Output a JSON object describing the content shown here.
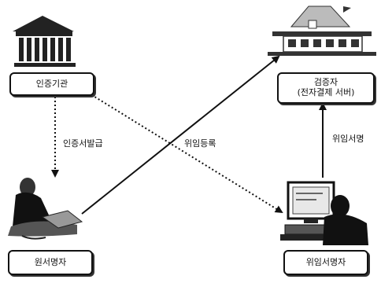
{
  "nodes": {
    "ca": {
      "label": "인증기관"
    },
    "verifier": {
      "label_line1": "검증자",
      "label_line2": "(전자결제 서버)"
    },
    "signer": {
      "label": "원서명자"
    },
    "proxy": {
      "label": "위임서명자"
    }
  },
  "edges": {
    "issue_cert": {
      "label": "인증서발급"
    },
    "register_delegation": {
      "label": "위임등록"
    },
    "proxy_signature": {
      "label": "위임서명"
    }
  },
  "icons": {
    "ca": "government-building-icon",
    "verifier": "server-building-icon",
    "signer": "person-with-laptop-icon",
    "proxy": "person-at-computer-icon"
  }
}
